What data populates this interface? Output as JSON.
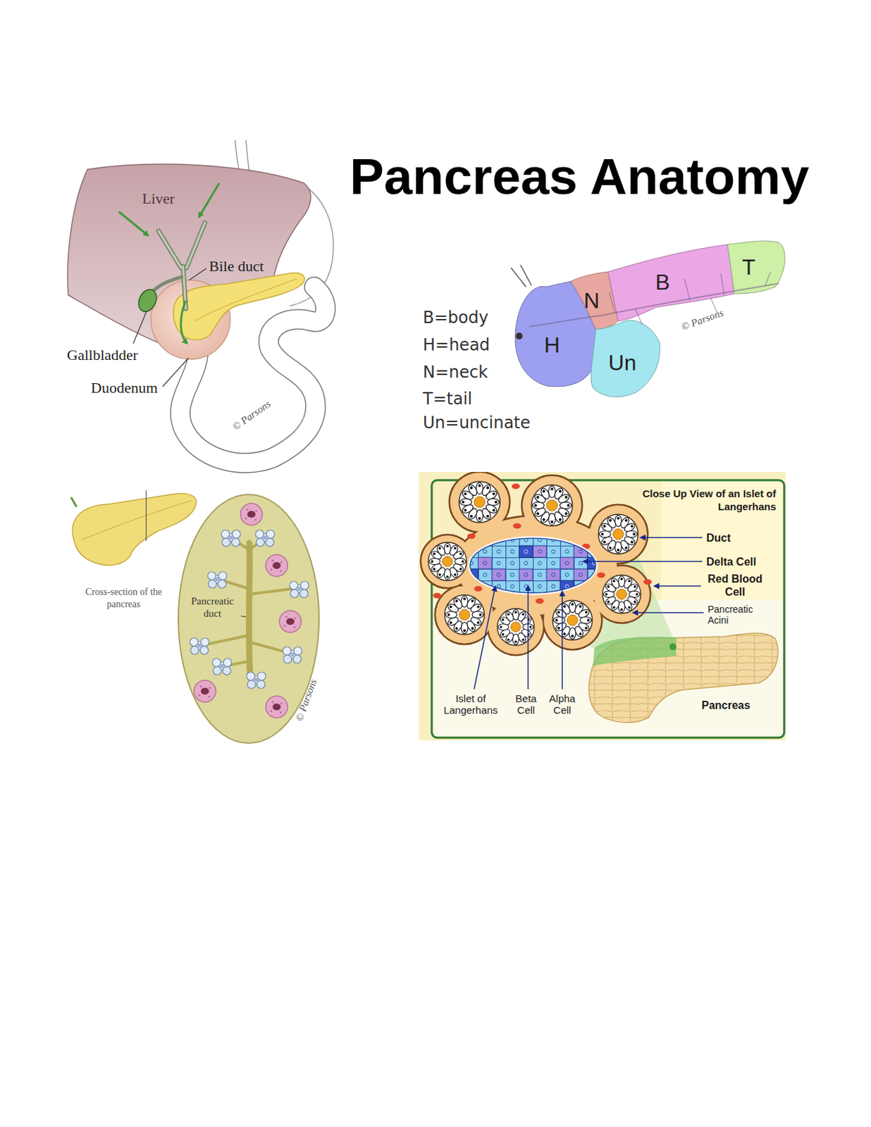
{
  "diagram": {
    "title": "Pancreas Anatomy",
    "nodes": [
      {
        "text": [
          "Close Up View of an Islet of Langerhans"
        ]
      }
    ],
    "labels": [
      "Liver",
      "Bile duct",
      "Gallbladder",
      "Duodenum",
      "© Parsons",
      "B=body",
      "H=head",
      "N=neck",
      "T=tail",
      "Un=uncinate",
      "H",
      "N",
      "B",
      "T",
      "Un",
      "© Parsons",
      "Cross-section of the pancreas",
      "Pancreatic duct",
      "© Parsons",
      "Duct",
      "Delta Cell",
      "Red Blood Cell",
      "Pancreatic Acini",
      "Islet of Langerhans",
      "Beta Cell",
      "Alpha Cell",
      "Pancreas"
    ]
  }
}
